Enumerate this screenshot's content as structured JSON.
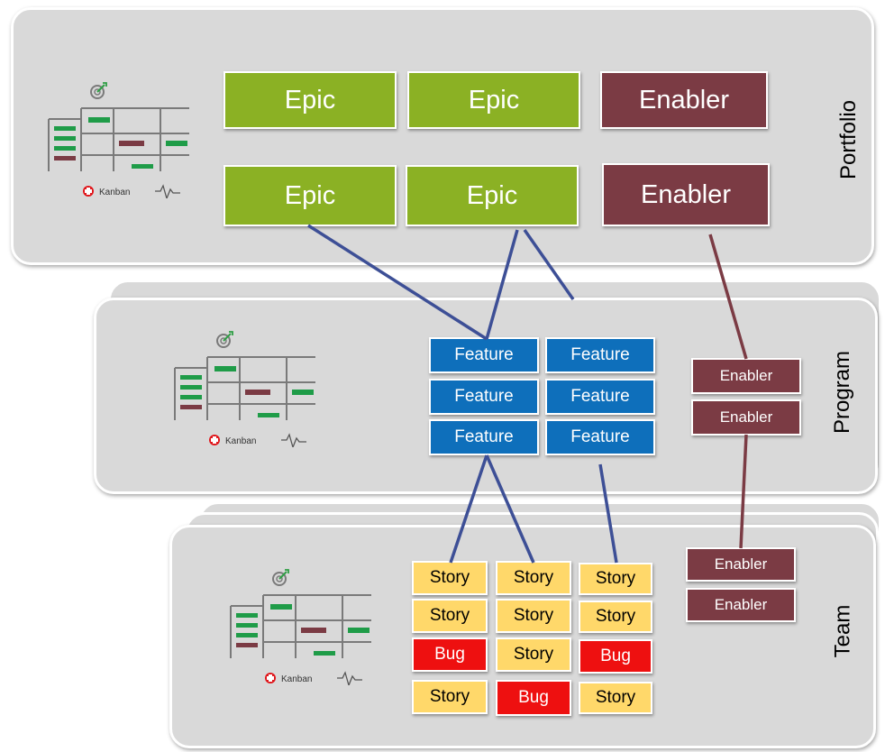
{
  "colors": {
    "layer_bg": "#d9d9d9",
    "epic": "#8bb124",
    "enabler": "#7b3b44",
    "feature": "#0e6fbb",
    "story": "#ffd86a",
    "bug": "#ee1010",
    "connector_blue": "#3d4f96",
    "connector_maroon": "#7b3b44"
  },
  "portfolio": {
    "label": "Portfolio",
    "kanban_label": "Kanban",
    "items": [
      "Epic",
      "Epic",
      "Enabler",
      "Epic",
      "Epic",
      "Enabler"
    ]
  },
  "program": {
    "label": "Program",
    "kanban_label": "Kanban",
    "features": [
      "Feature",
      "Feature",
      "Feature",
      "Feature",
      "Feature",
      "Feature"
    ],
    "enablers": [
      "Enabler",
      "Enabler"
    ]
  },
  "team": {
    "label": "Team",
    "kanban_label": "Kanban",
    "column1": [
      "Story",
      "Story",
      "Bug",
      "Story"
    ],
    "column2": [
      "Story",
      "Story",
      "Story",
      "Bug"
    ],
    "column3": [
      "Story",
      "Story",
      "Bug",
      "Story"
    ],
    "enablers": [
      "Enabler",
      "Enabler"
    ]
  }
}
